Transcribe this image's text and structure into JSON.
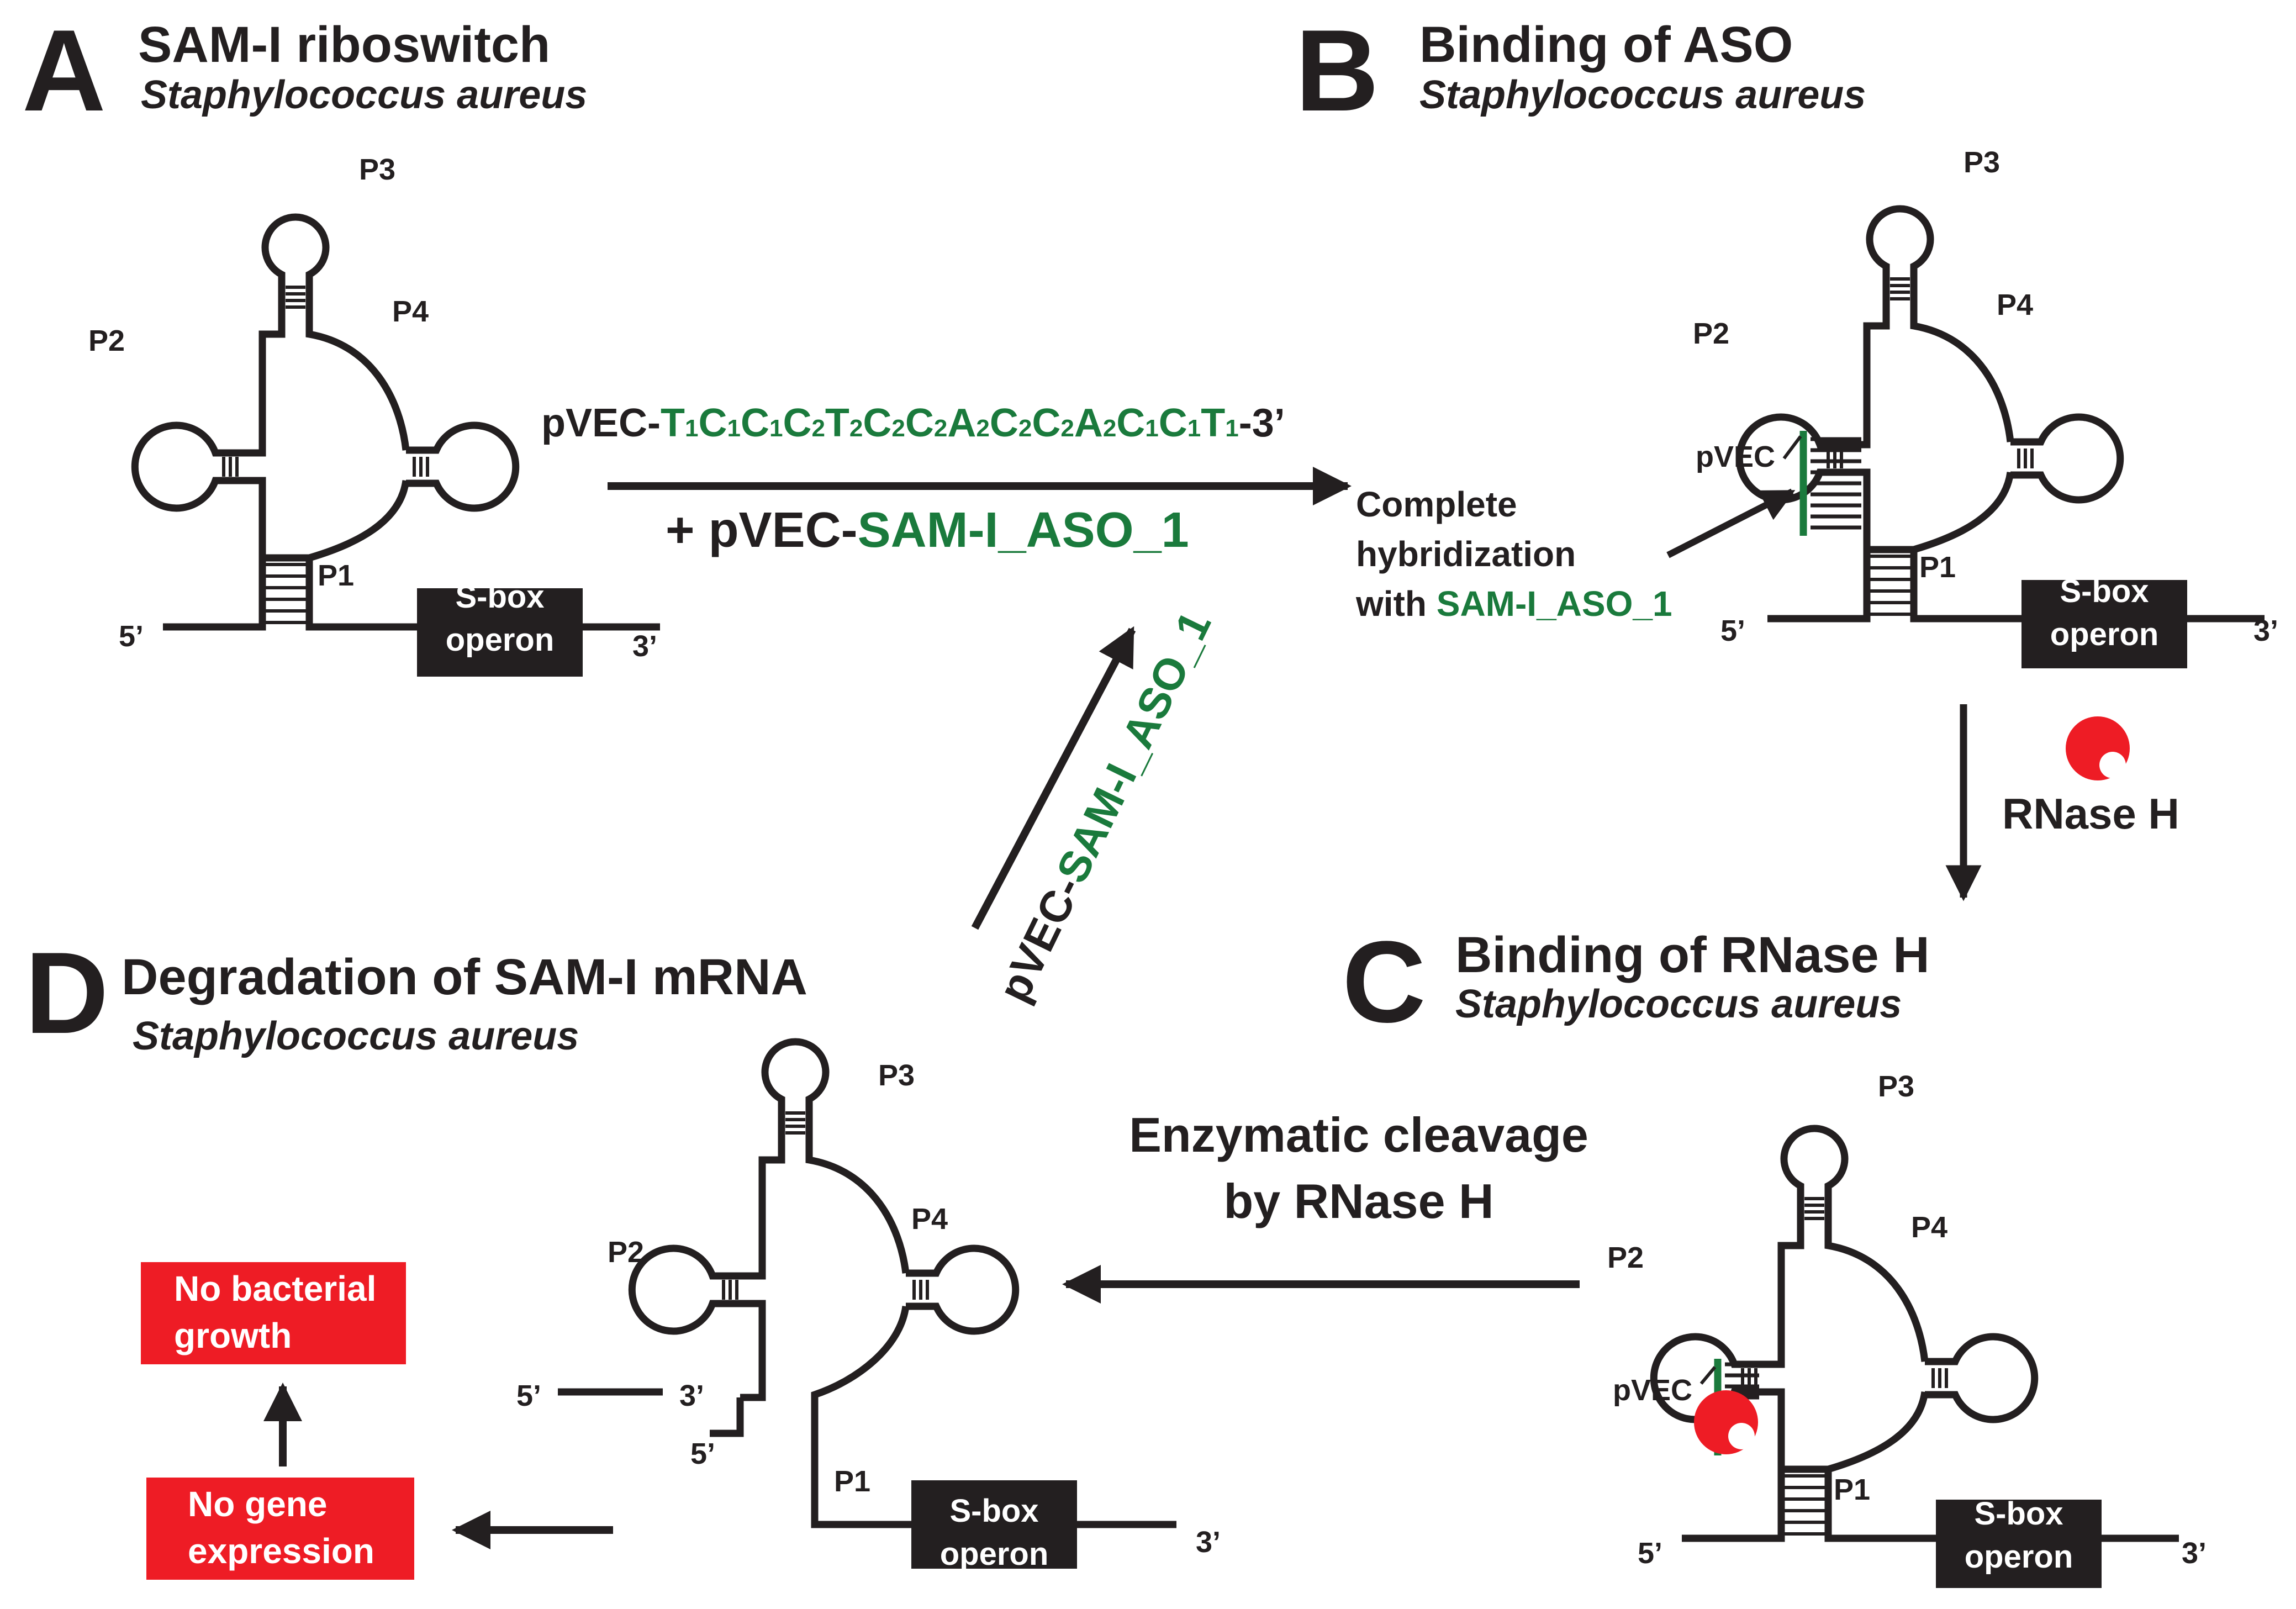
{
  "panels": {
    "a": {
      "letter": "A",
      "title": "SAM-I riboswitch",
      "organism": "Staphylococcus aureus"
    },
    "b": {
      "letter": "B",
      "title": "Binding of ASO",
      "organism": "Staphylococcus aureus"
    },
    "c": {
      "letter": "C",
      "title": "Binding of RNase H",
      "organism": "Staphylococcus aureus"
    },
    "d": {
      "letter": "D",
      "title": "Degradation of SAM-I mRNA",
      "organism": "Staphylococcus aureus"
    }
  },
  "structure_labels": {
    "p1": "P1",
    "p2": "P2",
    "p3": "P3",
    "p4": "P4",
    "five_prime": "5’",
    "three_prime": "3’",
    "sbox_line1": "S-box",
    "sbox_line2": "operon",
    "pvec": "pVEC"
  },
  "arrow_ab": {
    "seq_prefix": "pVEC-",
    "seq": [
      {
        "b": "T",
        "n": "1"
      },
      {
        "b": "C",
        "n": "1"
      },
      {
        "b": "C",
        "n": "1"
      },
      {
        "b": "C",
        "n": "2"
      },
      {
        "b": "T",
        "n": "2"
      },
      {
        "b": "C",
        "n": "2"
      },
      {
        "b": "C",
        "n": "2"
      },
      {
        "b": "A",
        "n": "2"
      },
      {
        "b": "C",
        "n": "2"
      },
      {
        "b": "C",
        "n": "2"
      },
      {
        "b": "A",
        "n": "2"
      },
      {
        "b": "C",
        "n": "1"
      },
      {
        "b": "C",
        "n": "1"
      },
      {
        "b": "T",
        "n": "1"
      }
    ],
    "seq_suffix": "-3’",
    "plus_prefix": "+ pVEC-",
    "plus_green": "SAM-I_ASO_1"
  },
  "hybridization_note": {
    "line1": "Complete",
    "line2": "hybridization",
    "line3_prefix": "with ",
    "line3_green": "SAM-I_ASO_1"
  },
  "rnase_arrow_label": "RNase H",
  "cleavage_label": {
    "line1": "Enzymatic cleavage",
    "line2": "by RNase H"
  },
  "diagonal_label": {
    "prefix": "pVEC-",
    "green": "SAM-I_ASO_1"
  },
  "outcome_boxes": {
    "gene": {
      "line1": "No gene",
      "line2": "expression"
    },
    "growth": {
      "line1": "No bacterial",
      "line2": "growth"
    }
  },
  "colors": {
    "ink": "#231f20",
    "aso_green": "#1a7a3c",
    "rnase_red": "#ee1c25",
    "box_red": "#ee1c25"
  }
}
